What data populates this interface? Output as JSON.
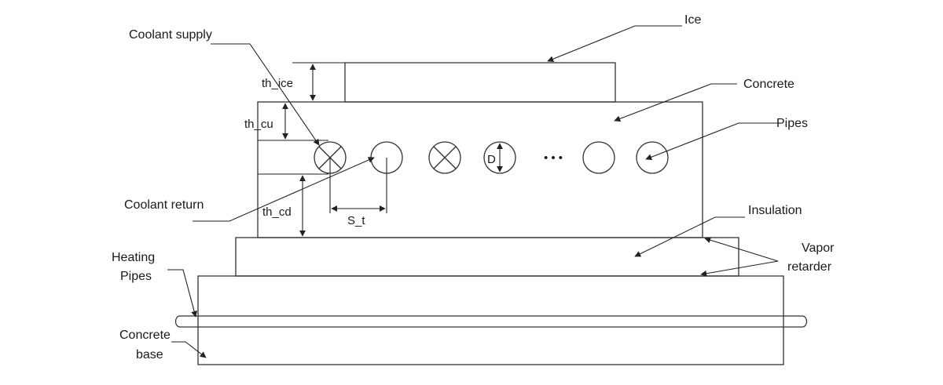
{
  "labels": {
    "ice": "Ice",
    "concrete": "Concrete",
    "pipes": "Pipes",
    "coolant_supply": "Coolant supply",
    "coolant_return": "Coolant return",
    "insulation": "Insulation",
    "vapor_line1": "Vapor",
    "vapor_line2": "retarder",
    "heating_line1": "Heating",
    "heating_line2": "Pipes",
    "base_line1": "Concrete",
    "base_line2": "base"
  },
  "dimensions": {
    "th_ice": "th_ice",
    "th_cu": "th_cu",
    "th_cd": "th_cd",
    "s_t": "S_t",
    "d": "D"
  },
  "ellipsis": "• • •",
  "pipes": [
    "supply",
    "return",
    "supply",
    "return",
    "return",
    "return"
  ],
  "colors": {
    "ice_fill": "#e9f4fa",
    "ice_dots": "#8cc2dd",
    "insulation_fill": "#eaf5fb",
    "insulation_mesh": "#8dc3df",
    "hatch": "#9a9a9a",
    "outline": "#333333"
  }
}
